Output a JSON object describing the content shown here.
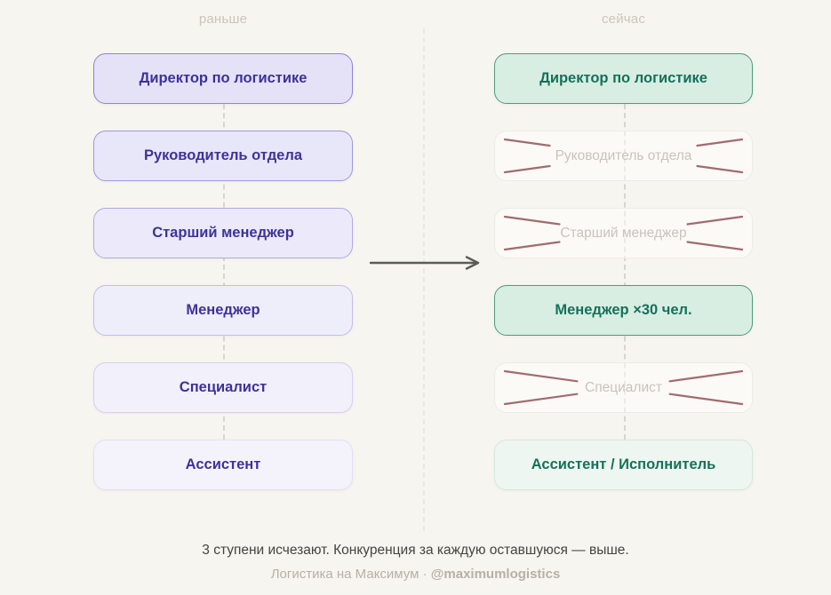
{
  "columns": {
    "before": {
      "header": "раньше",
      "items": [
        {
          "label": "Директор по логистике",
          "state": "present"
        },
        {
          "label": "Руководитель отдела",
          "state": "present"
        },
        {
          "label": "Старший менеджер",
          "state": "present"
        },
        {
          "label": "Менеджер",
          "state": "present"
        },
        {
          "label": "Специалист",
          "state": "present"
        },
        {
          "label": "Ассистент",
          "state": "present"
        }
      ]
    },
    "after": {
      "header": "сейчас",
      "items": [
        {
          "label": "Директор по логистике",
          "state": "kept"
        },
        {
          "label": "Руководитель отдела",
          "state": "removed"
        },
        {
          "label": "Старший менеджер",
          "state": "removed"
        },
        {
          "label": "Менеджер ×30 чел.",
          "state": "kept"
        },
        {
          "label": "Специалист",
          "state": "removed"
        },
        {
          "label": "Ассистент / Исполнитель",
          "state": "kept-light"
        }
      ]
    }
  },
  "captions": {
    "summary": "3 ступени исчезают. Конкуренция за каждую оставшуюся — выше.",
    "brand": "Логистика на Максимум",
    "separator": "·",
    "handle": "@maximumlogistics"
  },
  "theme": {
    "canvas_bg": "#f7f5ef",
    "header_text": "#c9c5bd",
    "purple_text": "#3d3397",
    "green_text": "#17705a",
    "green_border": "#4f9c79",
    "green_bg": "#d8eee3",
    "green_light_bg": "#eef6f1",
    "green_light_border": "#d7e7dd",
    "removed_text": "#c8c4bc",
    "cross_line": "#a26b6e",
    "connector": "#d3d0c9",
    "divider": "#e9e6df",
    "arrow": "#5c5c5a",
    "caption_text": "#454442",
    "footer_text": "#b4b1aa"
  }
}
